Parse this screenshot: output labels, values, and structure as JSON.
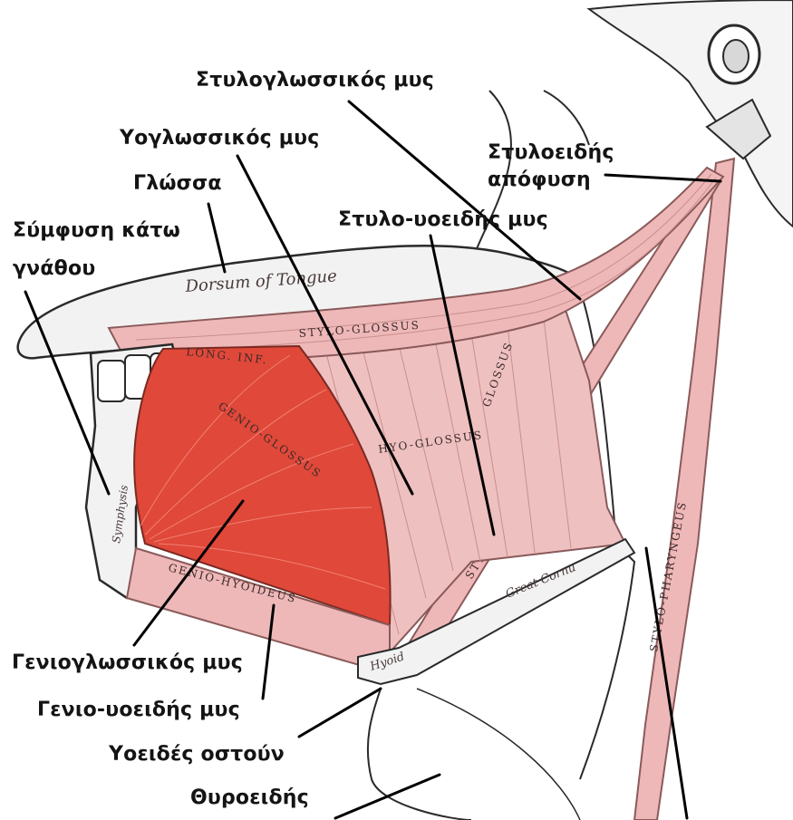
{
  "labels": {
    "styloglossus": "Στυλογλωσσικός μυς",
    "hyoglossus": "Υογλωσσικός μυς",
    "styloid_process_line1": "Στυλοειδής",
    "styloid_process_line2": "απόφυση",
    "tongue": "Γλώσσα",
    "symphysis_line1": "Σύμφυση κάτω",
    "symphysis_line2": "γνάθου",
    "stylohyoid": "Στυλο-υοειδής μυς",
    "genioglossus": "Γενιογλωσσικός μυς",
    "geniohyoid": "Γενιο-υοειδής μυς",
    "hyoid_bone": "Υοειδές οστούν",
    "thyroid": "Θυροειδής"
  },
  "engraving": {
    "dorsum": "Dorsum of Tongue",
    "stylo_glossus": "STYLO-GLOSSUS",
    "long_inf": "LONG. INF.",
    "genio_glossus": "GENIO-GLOSSUS",
    "hyo_glossus": "HYO-GLOSSUS",
    "stylo_hyoideus": "STYLO-HYOIDEUS",
    "stylo_pharyngeus": "STYLO-PHARYNGEUS",
    "genio_hyoideus": "GENIO-HYOIDEUS",
    "great_cornu": "Great Cornu",
    "hyoid": "Hyoid",
    "symphysis": "Symphysis",
    "glossus_partial": "GLOSSUS"
  },
  "colors": {
    "genioglossus": "#e0483a",
    "muscle": "#efb8b8",
    "muscle_dark": "#c98e8e",
    "bone": "#f2f2f2",
    "outline": "#2a2a2a",
    "leader": "#000000"
  }
}
